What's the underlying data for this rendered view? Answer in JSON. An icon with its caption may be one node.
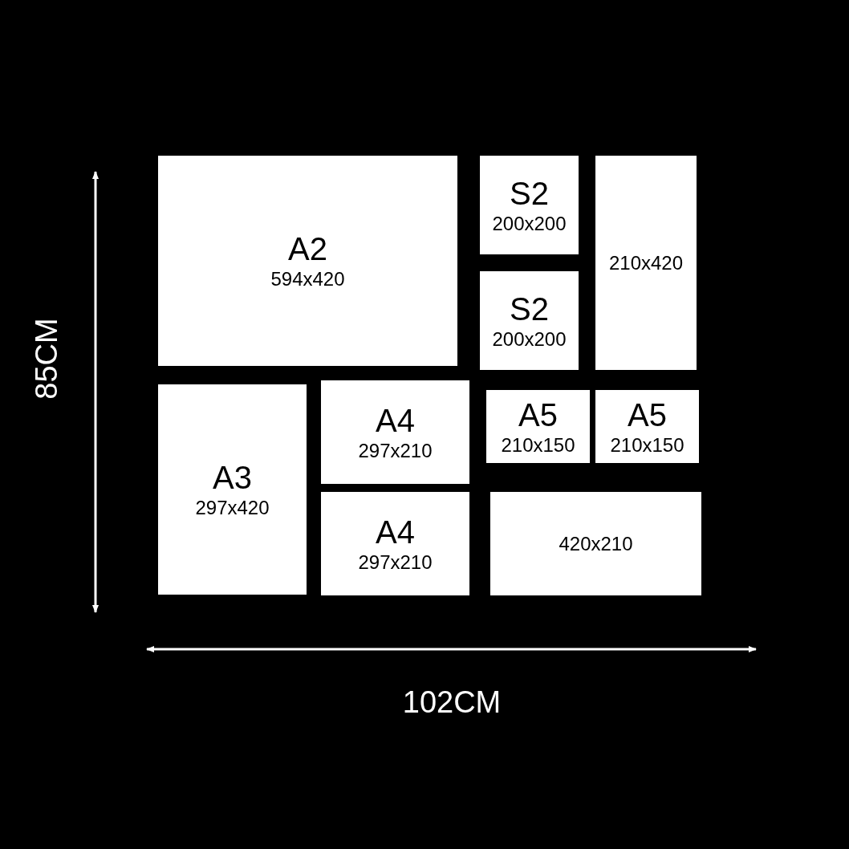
{
  "diagram": {
    "nodes": [
      {
        "text": [
          "A2",
          "594x420"
        ]
      },
      {
        "text": [
          "S2",
          "200x200"
        ]
      },
      {
        "text": [
          "210x420"
        ]
      },
      {
        "text": [
          "S2",
          "200x200"
        ]
      },
      {
        "text": [
          "A3",
          "297x420"
        ]
      },
      {
        "text": [
          "A4",
          "297x210"
        ]
      },
      {
        "text": [
          "A5",
          "210x150"
        ]
      },
      {
        "text": [
          "A5",
          "210x150"
        ]
      },
      {
        "text": [
          "A4",
          "297x210"
        ]
      },
      {
        "text": [
          "420x210"
        ]
      }
    ],
    "labels": [
      "85CM",
      "102CM"
    ]
  }
}
